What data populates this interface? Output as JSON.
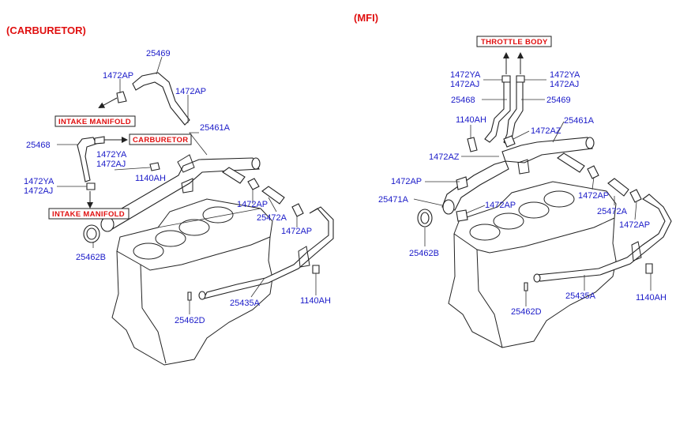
{
  "headers": {
    "left": "(CARBURETOR)",
    "right": "(MFI)"
  },
  "boxes": {
    "intake_manifold_1": "INTAKE MANIFOLD",
    "carburetor": "CARBURETOR",
    "intake_manifold_2": "INTAKE MANIFOLD",
    "throttle_body": "THROTTLE BODY"
  },
  "left_labels": {
    "p25469": "25469",
    "p1472ap_a": "1472AP",
    "p1472ap_b": "1472AP",
    "p25461a": "25461A",
    "p25468": "25468",
    "p1472ya_a": "1472YA",
    "p1472aj_a": "1472AJ",
    "p1140ah_a": "1140AH",
    "p1472ya_b": "1472YA",
    "p1472aj_b": "1472AJ",
    "p1472ap_c": "1472AP",
    "p25472a": "25472A",
    "p1472ap_d": "1472AP",
    "p25462b": "25462B",
    "p25435a": "25435A",
    "p1140ah_b": "1140AH",
    "p25462d": "25462D"
  },
  "right_labels": {
    "p1472ya_l": "1472YA",
    "p1472aj_l": "1472AJ",
    "p1472ya_r": "1472YA",
    "p1472aj_r": "1472AJ",
    "p25468": "25468",
    "p25469": "25469",
    "p1140ah_a": "1140AH",
    "p1472az_a": "1472AZ",
    "p25461a": "25461A",
    "p1472az_b": "1472AZ",
    "p1472ap_a": "1472AP",
    "p25471a": "25471A",
    "p1472ap_b": "1472AP",
    "p1472ap_c": "1472AP",
    "p25472a": "25472A",
    "p1472ap_d": "1472AP",
    "p25462b": "25462B",
    "p25435a": "25435A",
    "p1140ah_b": "1140AH",
    "p25462d": "25462D"
  }
}
